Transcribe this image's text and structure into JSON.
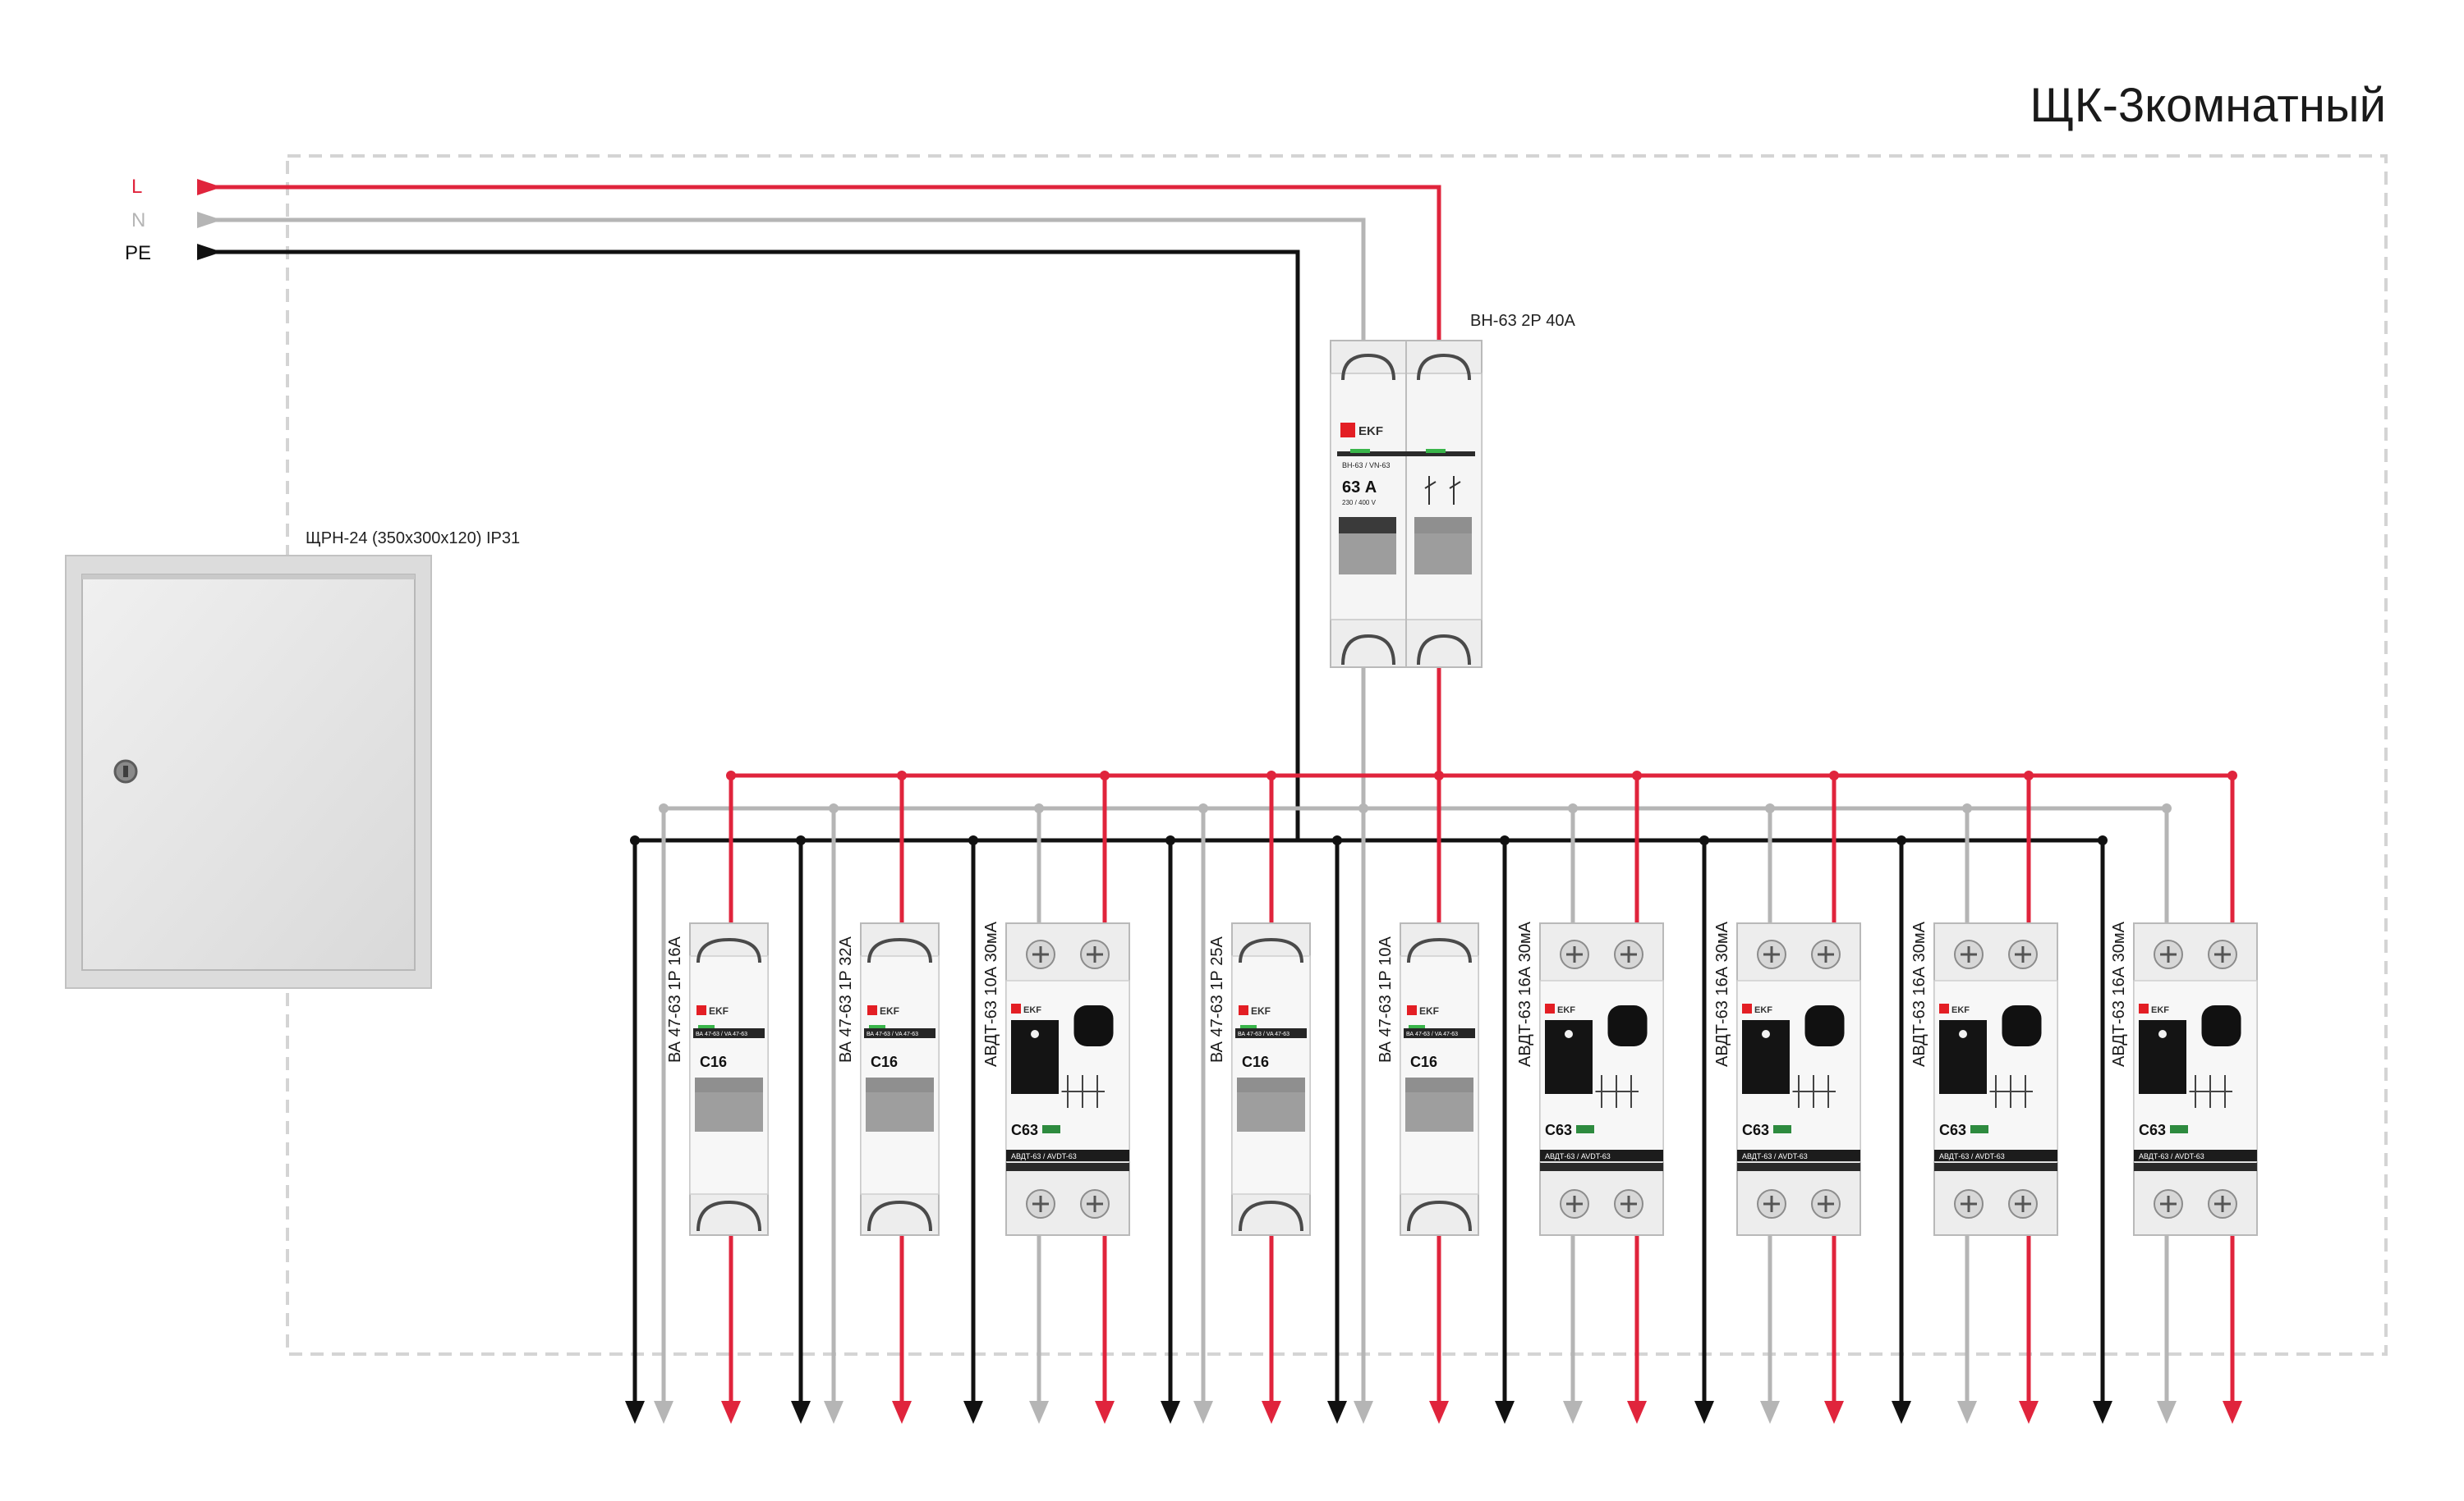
{
  "title": "ЩК-3комнатный",
  "enclosure": {
    "label": "ЩРН-24 (350х300х120) IP31"
  },
  "inputs": [
    {
      "label": "L",
      "color": "#e0243c"
    },
    {
      "label": "N",
      "color": "#b5b5b5"
    },
    {
      "label": "PE",
      "color": "#111111"
    }
  ],
  "main_switch": {
    "label": "ВН-63 2Р 40А",
    "brand": "EKF",
    "series": "ВН-63 / VN-63",
    "rating": "63 А",
    "voltage": "230 / 400 V"
  },
  "devices": [
    {
      "type": "mcb",
      "label": "ВА 47-63 1Р 16А",
      "brand": "EKF",
      "series": "ВА 47-63 / VA 47-63",
      "rating": "C16"
    },
    {
      "type": "mcb",
      "label": "ВА 47-63 1Р 32А",
      "brand": "EKF",
      "series": "ВА 47-63 / VA 47-63",
      "rating": "C16"
    },
    {
      "type": "rcbo",
      "label": "АВДТ-63 10А 30мА",
      "brand": "EKF",
      "series": "АВДТ-63 / AVDT-63",
      "rating": "C63"
    },
    {
      "type": "mcb",
      "label": "ВА 47-63 1Р 25А",
      "brand": "EKF",
      "series": "ВА 47-63 / VA 47-63",
      "rating": "C16"
    },
    {
      "type": "mcb",
      "label": "ВА 47-63 1Р 10А",
      "brand": "EKF",
      "series": "ВА 47-63 / VA 47-63",
      "rating": "C16"
    },
    {
      "type": "rcbo",
      "label": "АВДТ-63 16А 30мА",
      "brand": "EKF",
      "series": "АВДТ-63 / AVDT-63",
      "rating": "C63"
    },
    {
      "type": "rcbo",
      "label": "АВДТ-63 16А 30мА",
      "brand": "EKF",
      "series": "АВДТ-63 / AVDT-63",
      "rating": "C63"
    },
    {
      "type": "rcbo",
      "label": "АВДТ-63 16А 30мА",
      "brand": "EKF",
      "series": "АВДТ-63 / AVDT-63",
      "rating": "C63"
    },
    {
      "type": "rcbo",
      "label": "АВДТ-63 16А 30мА",
      "brand": "EKF",
      "series": "АВДТ-63 / AVDT-63",
      "rating": "C63"
    }
  ],
  "colors": {
    "phase": "#e0243c",
    "neutral": "#b5b5b5",
    "earth": "#111111",
    "enclosure_border": "#d4d4d4",
    "brand_red": "#e31e24"
  }
}
